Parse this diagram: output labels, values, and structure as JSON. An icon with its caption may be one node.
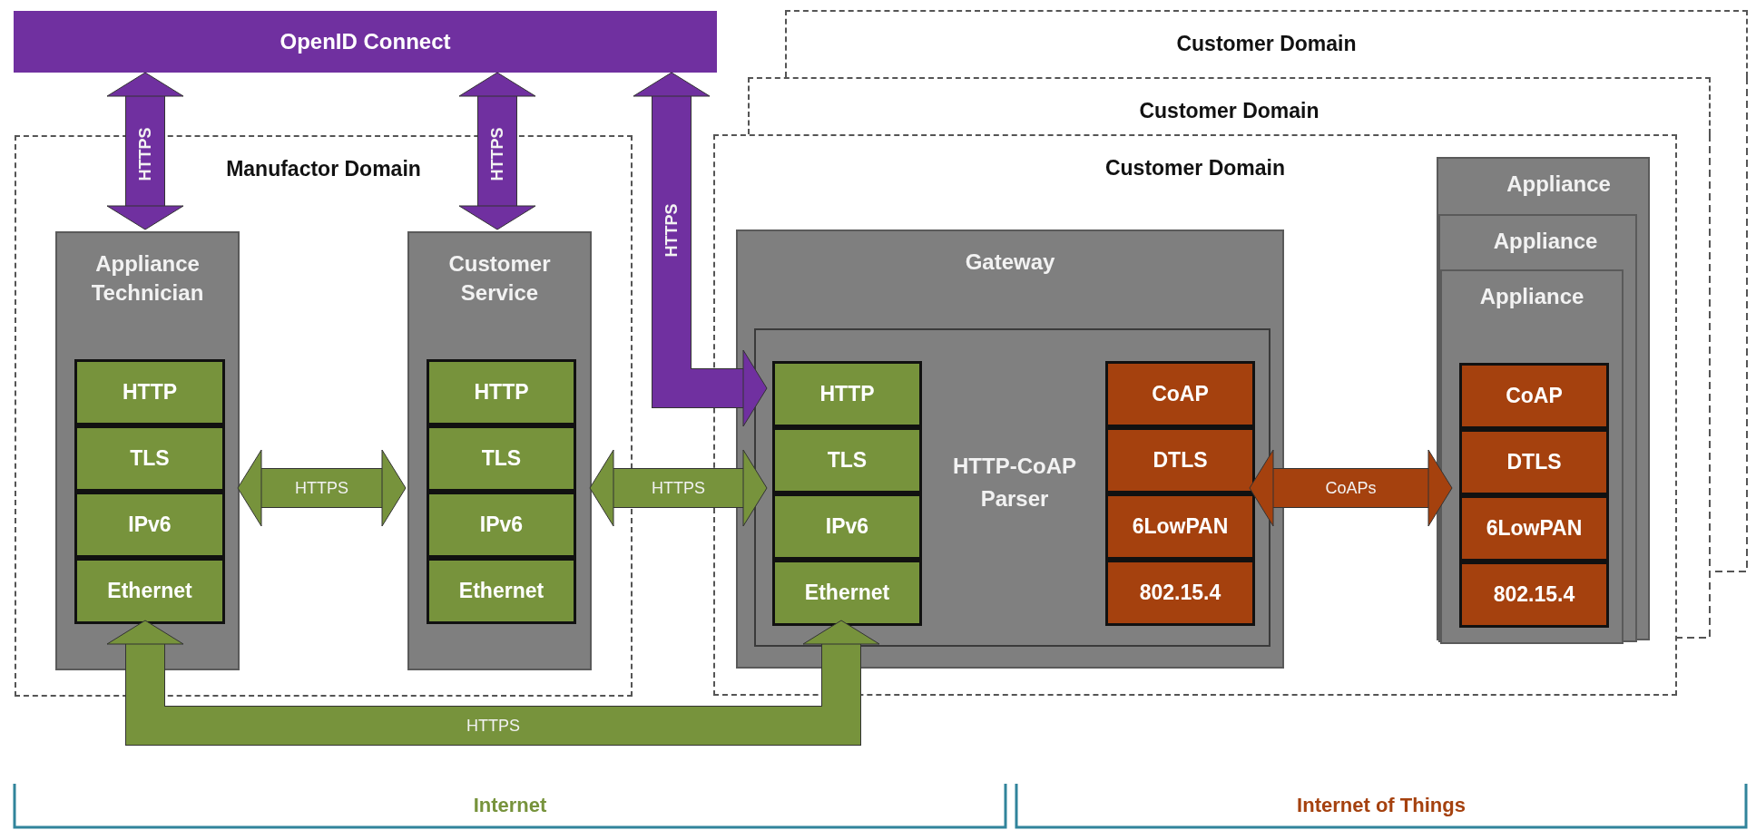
{
  "diagram": {
    "nodes": [
      {
        "text": [
          "OpenID Connect"
        ]
      },
      {
        "text": [
          "Manufactor Domain"
        ]
      },
      {
        "text": [
          "Appliance Technician"
        ],
        "in": 1
      },
      {
        "text": [
          "HTTP"
        ],
        "in": 2
      },
      {
        "text": [
          "TLS"
        ],
        "in": 2
      },
      {
        "text": [
          "IPv6"
        ],
        "in": 2
      },
      {
        "text": [
          "Ethernet"
        ],
        "in": 2
      },
      {
        "text": [
          "Customer Service"
        ],
        "in": 1
      },
      {
        "text": [
          "HTTP"
        ],
        "in": 7
      },
      {
        "text": [
          "TLS"
        ],
        "in": 7
      },
      {
        "text": [
          "IPv6"
        ],
        "in": 7
      },
      {
        "text": [
          "Ethernet"
        ],
        "in": 7
      },
      {
        "text": [
          "Customer Domain"
        ]
      },
      {
        "text": [
          "Customer Domain"
        ]
      },
      {
        "text": [
          "Customer Domain"
        ]
      },
      {
        "text": [
          "Gateway"
        ],
        "in": 14
      },
      {
        "text": [
          "HTTP-CoAP Parser"
        ],
        "in": 15
      },
      {
        "text": [
          "HTTP"
        ],
        "in": 16
      },
      {
        "text": [
          "TLS"
        ],
        "in": 16
      },
      {
        "text": [
          "IPv6"
        ],
        "in": 16
      },
      {
        "text": [
          "Ethernet"
        ],
        "in": 16
      },
      {
        "text": [
          "CoAP"
        ],
        "in": 16
      },
      {
        "text": [
          "DTLS"
        ],
        "in": 16
      },
      {
        "text": [
          "6LowPAN"
        ],
        "in": 16
      },
      {
        "text": [
          "802.15.4"
        ],
        "in": 16
      },
      {
        "text": [
          "Appliance"
        ],
        "in": 14
      },
      {
        "text": [
          "Appliance"
        ],
        "in": 25
      },
      {
        "text": [
          "Appliance"
        ],
        "in": 26
      },
      {
        "text": [
          "CoAP"
        ],
        "in": 27
      },
      {
        "text": [
          "DTLS"
        ],
        "in": 27
      },
      {
        "text": [
          "6LowPAN"
        ],
        "in": 27
      },
      {
        "text": [
          "802.15.4"
        ],
        "in": 27
      }
    ],
    "edges": [
      {
        "from": 0,
        "to": 2,
        "arrow": "both",
        "label": "HTTPS",
        "color": "#7030a0"
      },
      {
        "from": 0,
        "to": 7,
        "arrow": "both",
        "label": "HTTPS",
        "color": "#7030a0"
      },
      {
        "from": 0,
        "to": 17,
        "arrow": "both",
        "label": "HTTPS",
        "color": "#7030a0"
      },
      {
        "from": 2,
        "to": 7,
        "arrow": "both",
        "label": "HTTPS",
        "color": "#77933c"
      },
      {
        "from": 7,
        "to": 18,
        "arrow": "both",
        "label": "HTTPS",
        "color": "#77933c"
      },
      {
        "from": 6,
        "to": 20,
        "arrow": "both",
        "label": "HTTPS",
        "color": "#77933c"
      },
      {
        "from": 22,
        "to": 29,
        "arrow": "both",
        "label": "CoAPs",
        "color": "#a5410e"
      }
    ],
    "labels": [
      "Internet",
      "Internet of Things"
    ]
  }
}
